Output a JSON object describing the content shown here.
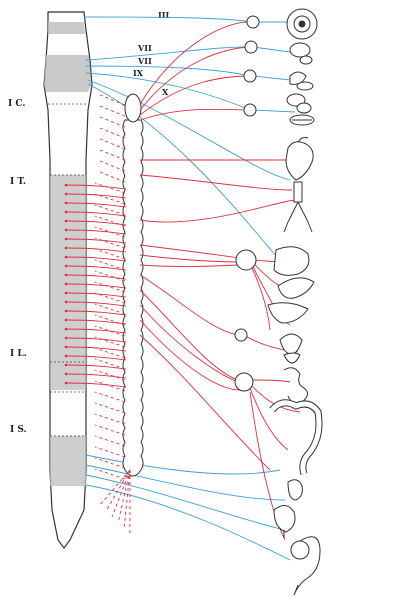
{
  "colors": {
    "sympathetic": "#e0303c",
    "parasympathetic": "#3fa0d8",
    "outline": "#333333",
    "cord_shade": "#bdbdbd"
  },
  "labels": {
    "cranial_3": "III",
    "cranial_7a": "VII",
    "cranial_7b": "VII",
    "cranial_9": "IX",
    "cranial_10": "X",
    "cervical": "I C.",
    "thoracic": "I T.",
    "lumbar": "I L.",
    "sacral": "I S."
  },
  "organs": [
    {
      "name": "eye-organ"
    },
    {
      "name": "lacrimal-gland-organ"
    },
    {
      "name": "nasal-mucosa-organ"
    },
    {
      "name": "salivary-gland-organ"
    },
    {
      "name": "parotid-gland-organ"
    },
    {
      "name": "heart-organ"
    },
    {
      "name": "lungs-trachea-organ"
    },
    {
      "name": "stomach-organ"
    },
    {
      "name": "liver-organ"
    },
    {
      "name": "pancreas-organ"
    },
    {
      "name": "adrenal-kidney-organ"
    },
    {
      "name": "small-intestine-organ"
    },
    {
      "name": "large-intestine-organ"
    },
    {
      "name": "rectum-organ"
    },
    {
      "name": "bladder-organ"
    },
    {
      "name": "genitals-organ"
    }
  ]
}
